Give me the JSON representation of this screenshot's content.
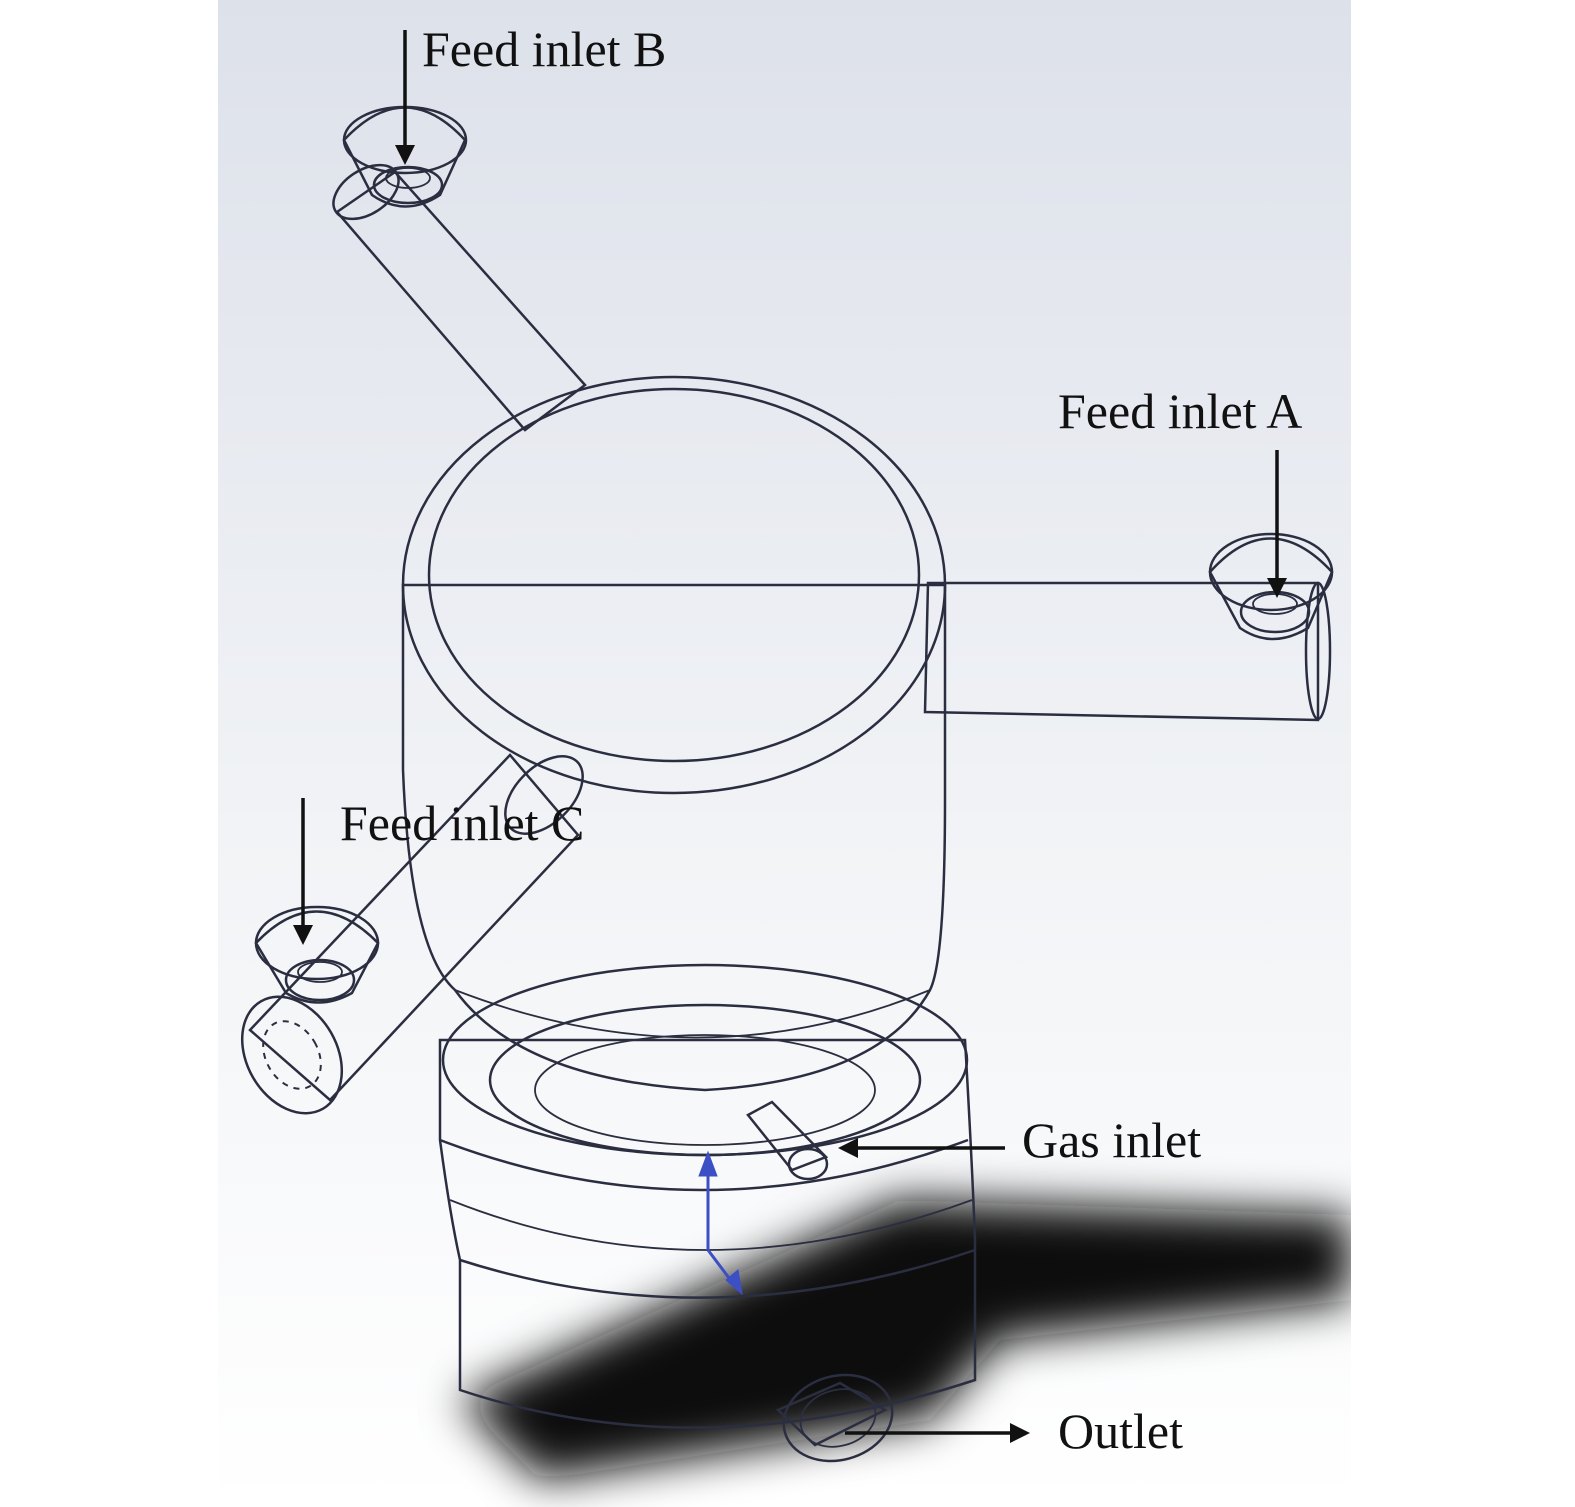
{
  "labels": {
    "feed_inlet_a": "Feed inlet A",
    "feed_inlet_b": "Feed inlet B",
    "feed_inlet_c": "Feed inlet C",
    "gas_inlet": "Gas inlet",
    "outlet": "Outlet"
  },
  "colors": {
    "metal": "#8389a6",
    "metal_dark": "#5d6280",
    "edge": "#2b2e40",
    "coordinate_axis": "#3d4fc4"
  }
}
